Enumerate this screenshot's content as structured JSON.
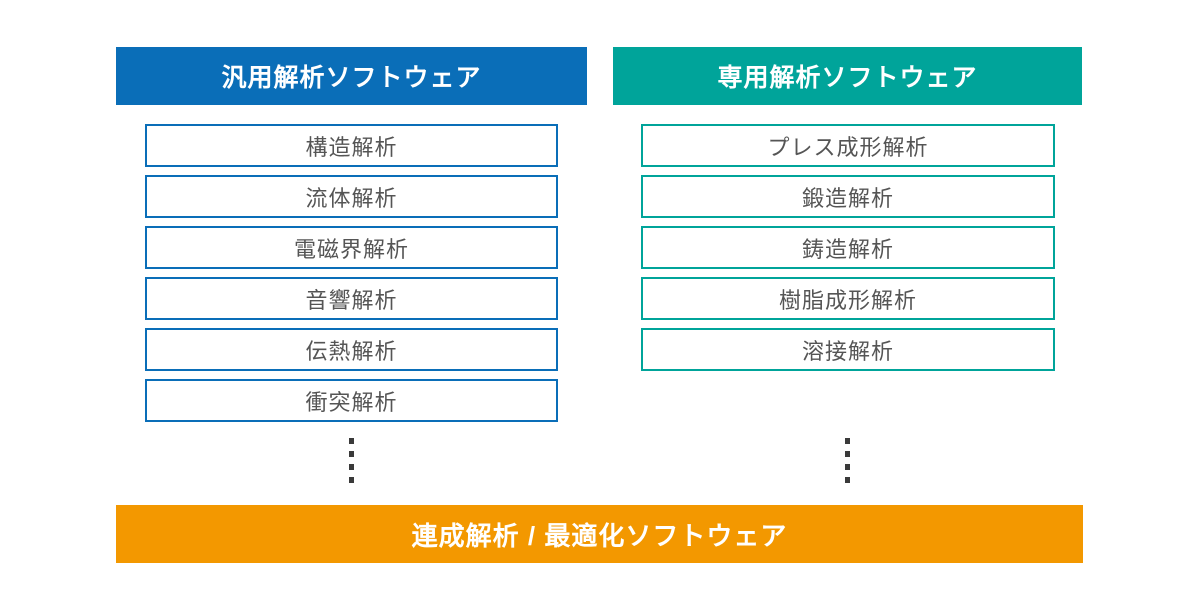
{
  "colors": {
    "blue": "#0a6eb8",
    "teal": "#00a49a",
    "orange": "#f39800",
    "item_text": "#555555",
    "dash": "#3a3a3a"
  },
  "diagram": {
    "columns": [
      {
        "header": "汎用解析ソフトウェア",
        "items": [
          "構造解析",
          "流体解析",
          "電磁界解析",
          "音響解析",
          "伝熱解析",
          "衝突解析"
        ]
      },
      {
        "header": "専用解析ソフトウェア",
        "items": [
          "プレス成形解析",
          "鍛造解析",
          "鋳造解析",
          "樹脂成形解析",
          "溶接解析"
        ]
      }
    ],
    "footer": {
      "label": "連成解析 / 最適化ソフトウェア"
    }
  }
}
